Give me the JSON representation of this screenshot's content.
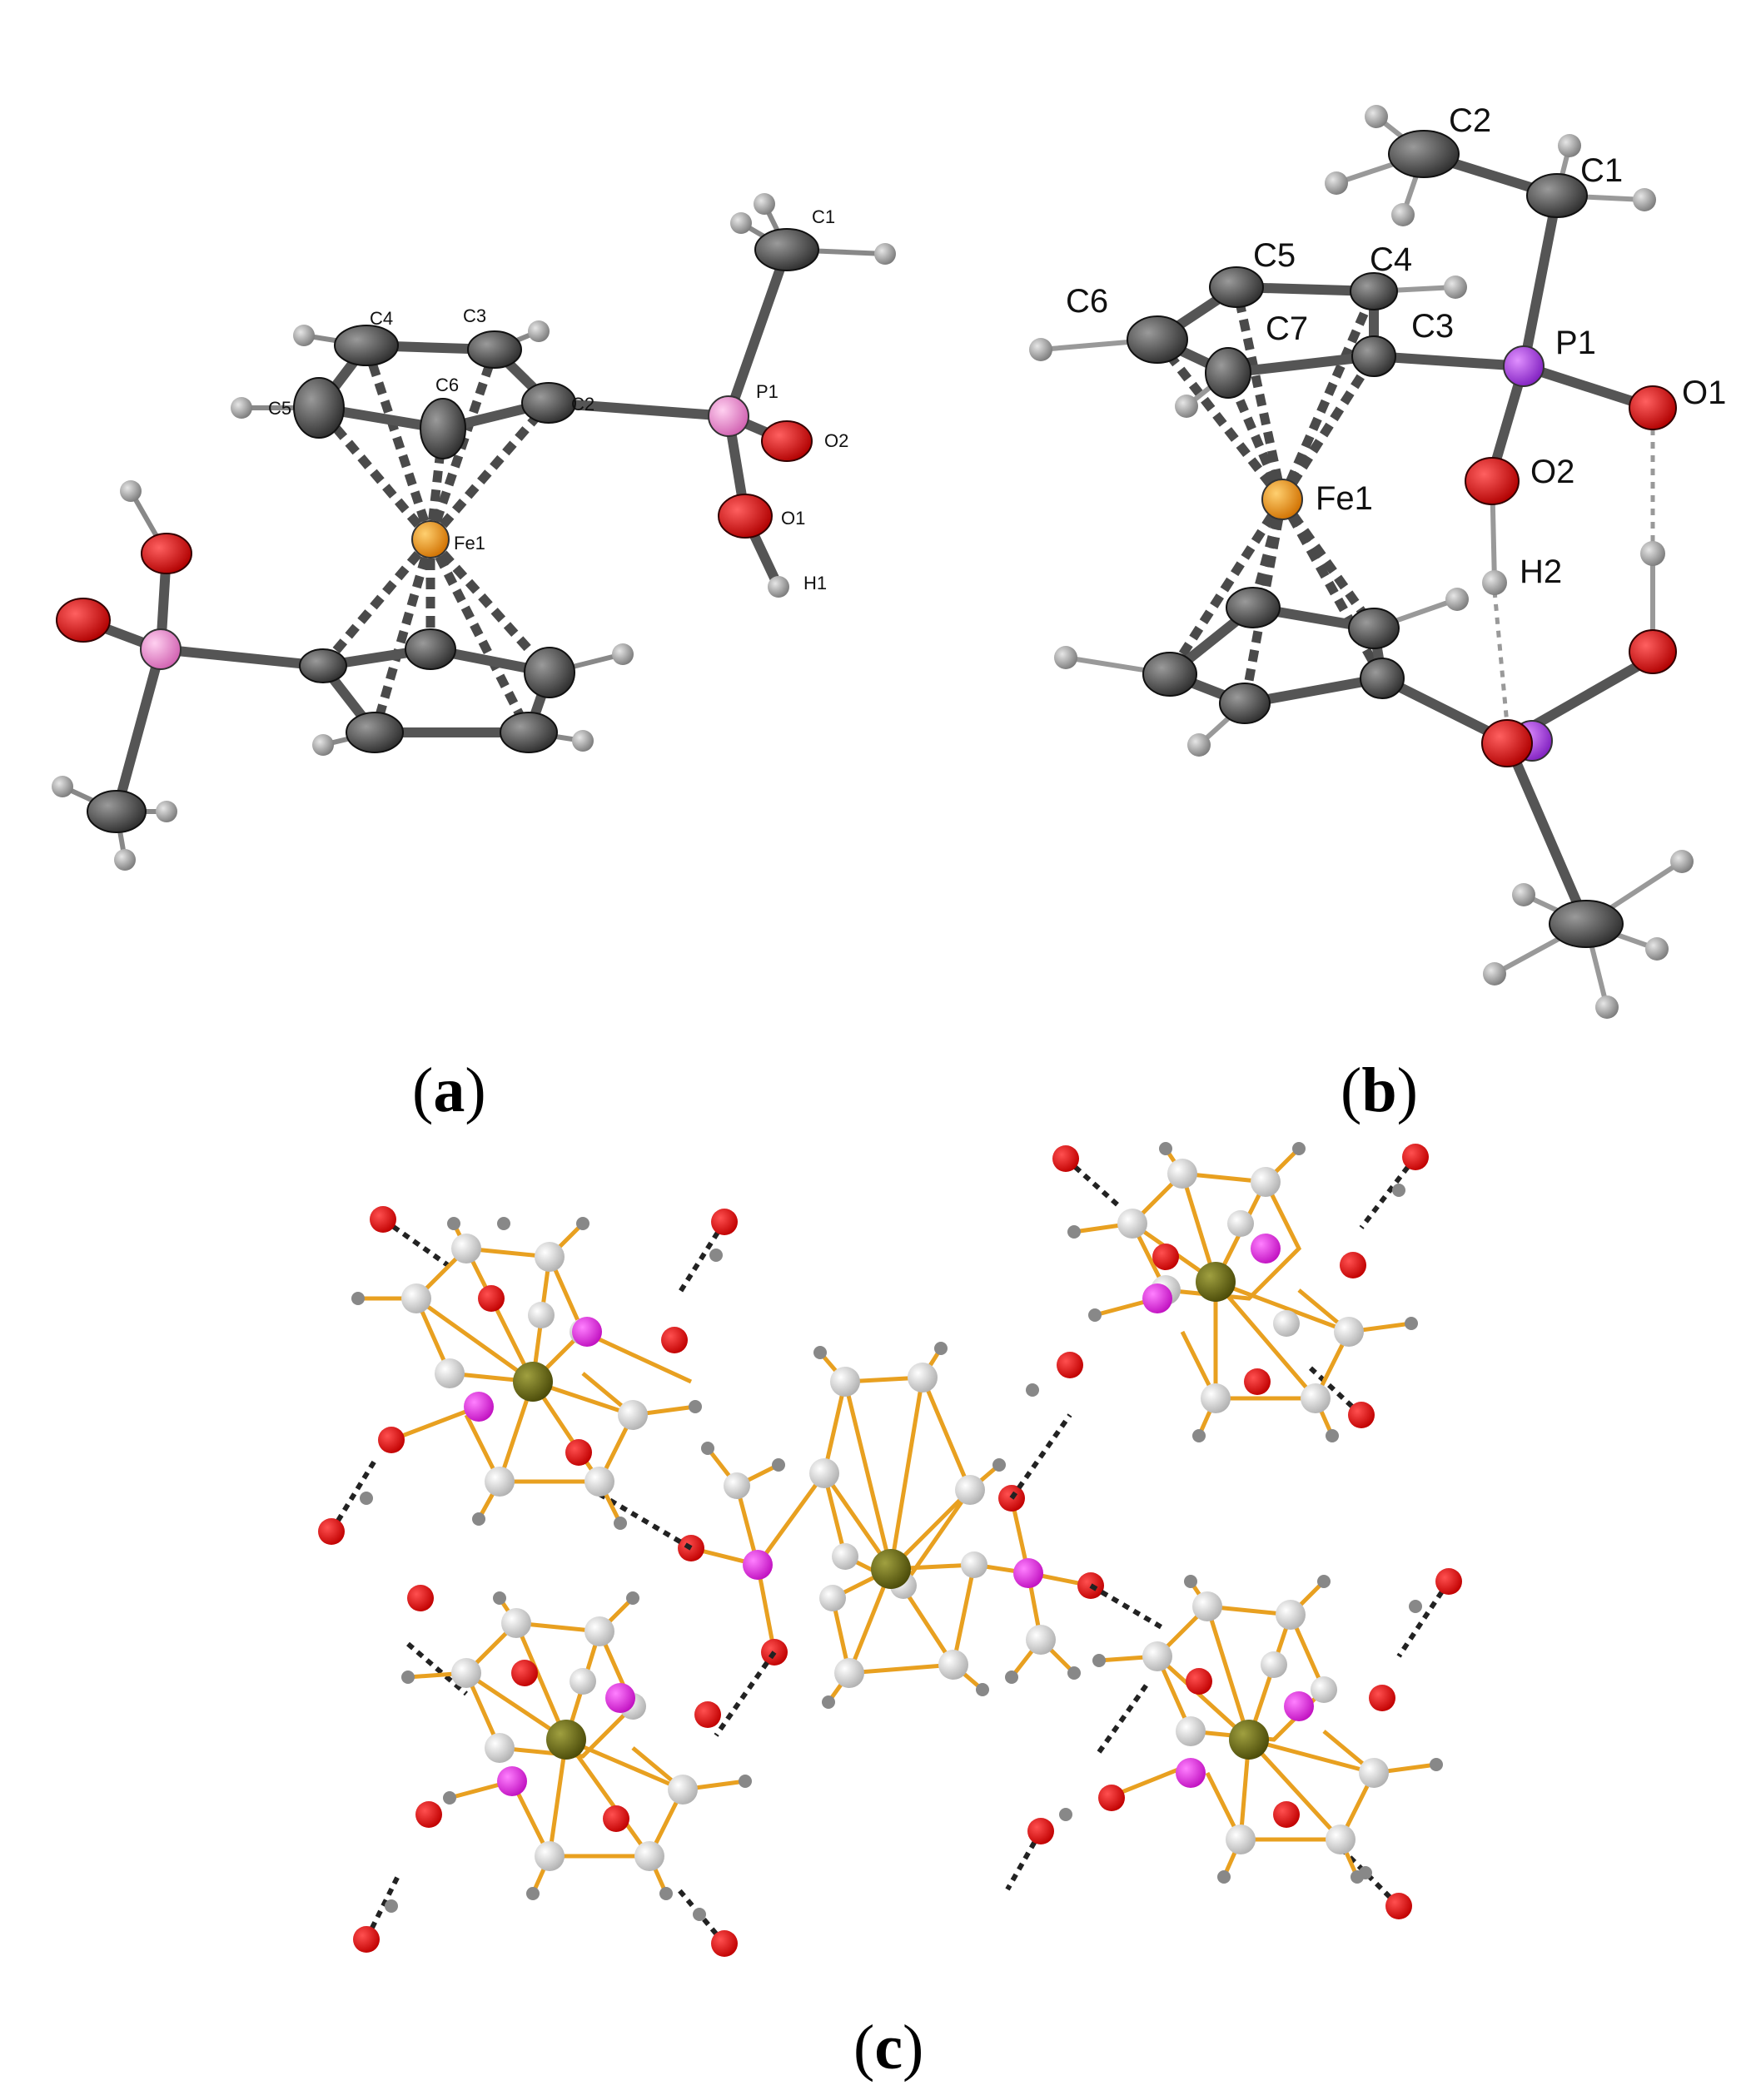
{
  "panels": {
    "a": {
      "open": "(",
      "letter": "a",
      "close": ")"
    },
    "b": {
      "open": "(",
      "letter": "b",
      "close": ")"
    },
    "c": {
      "open": "(",
      "letter": "c",
      "close": ")"
    }
  },
  "panel_a_labels": {
    "C1": "C1",
    "C2": "C2",
    "C3": "C3",
    "C4": "C4",
    "C5": "C5",
    "C6": "C6",
    "P1": "P1",
    "O1": "O1",
    "O2": "O2",
    "H1": "H1",
    "Fe1": "Fe1"
  },
  "panel_b_labels": {
    "C1": "C1",
    "C2": "C2",
    "C3": "C3",
    "C4": "C4",
    "C5": "C5",
    "C6": "C6",
    "C7": "C7",
    "P1": "P1",
    "O1": "O1",
    "O2": "O2",
    "H2": "H2",
    "Fe1": "Fe1"
  },
  "colors": {
    "carbon": "#4a4a4a",
    "hydrogen": "#9a9a9a",
    "oxygen": "#e00000",
    "phosphorus_a": "#f08ad0",
    "phosphorus_b": "#b040e0",
    "iron": "#f09a10",
    "bond": "#505050",
    "packing_bond": "#e8a020",
    "packing_fe": "#6b6b10",
    "packing_p": "#e030e0"
  }
}
